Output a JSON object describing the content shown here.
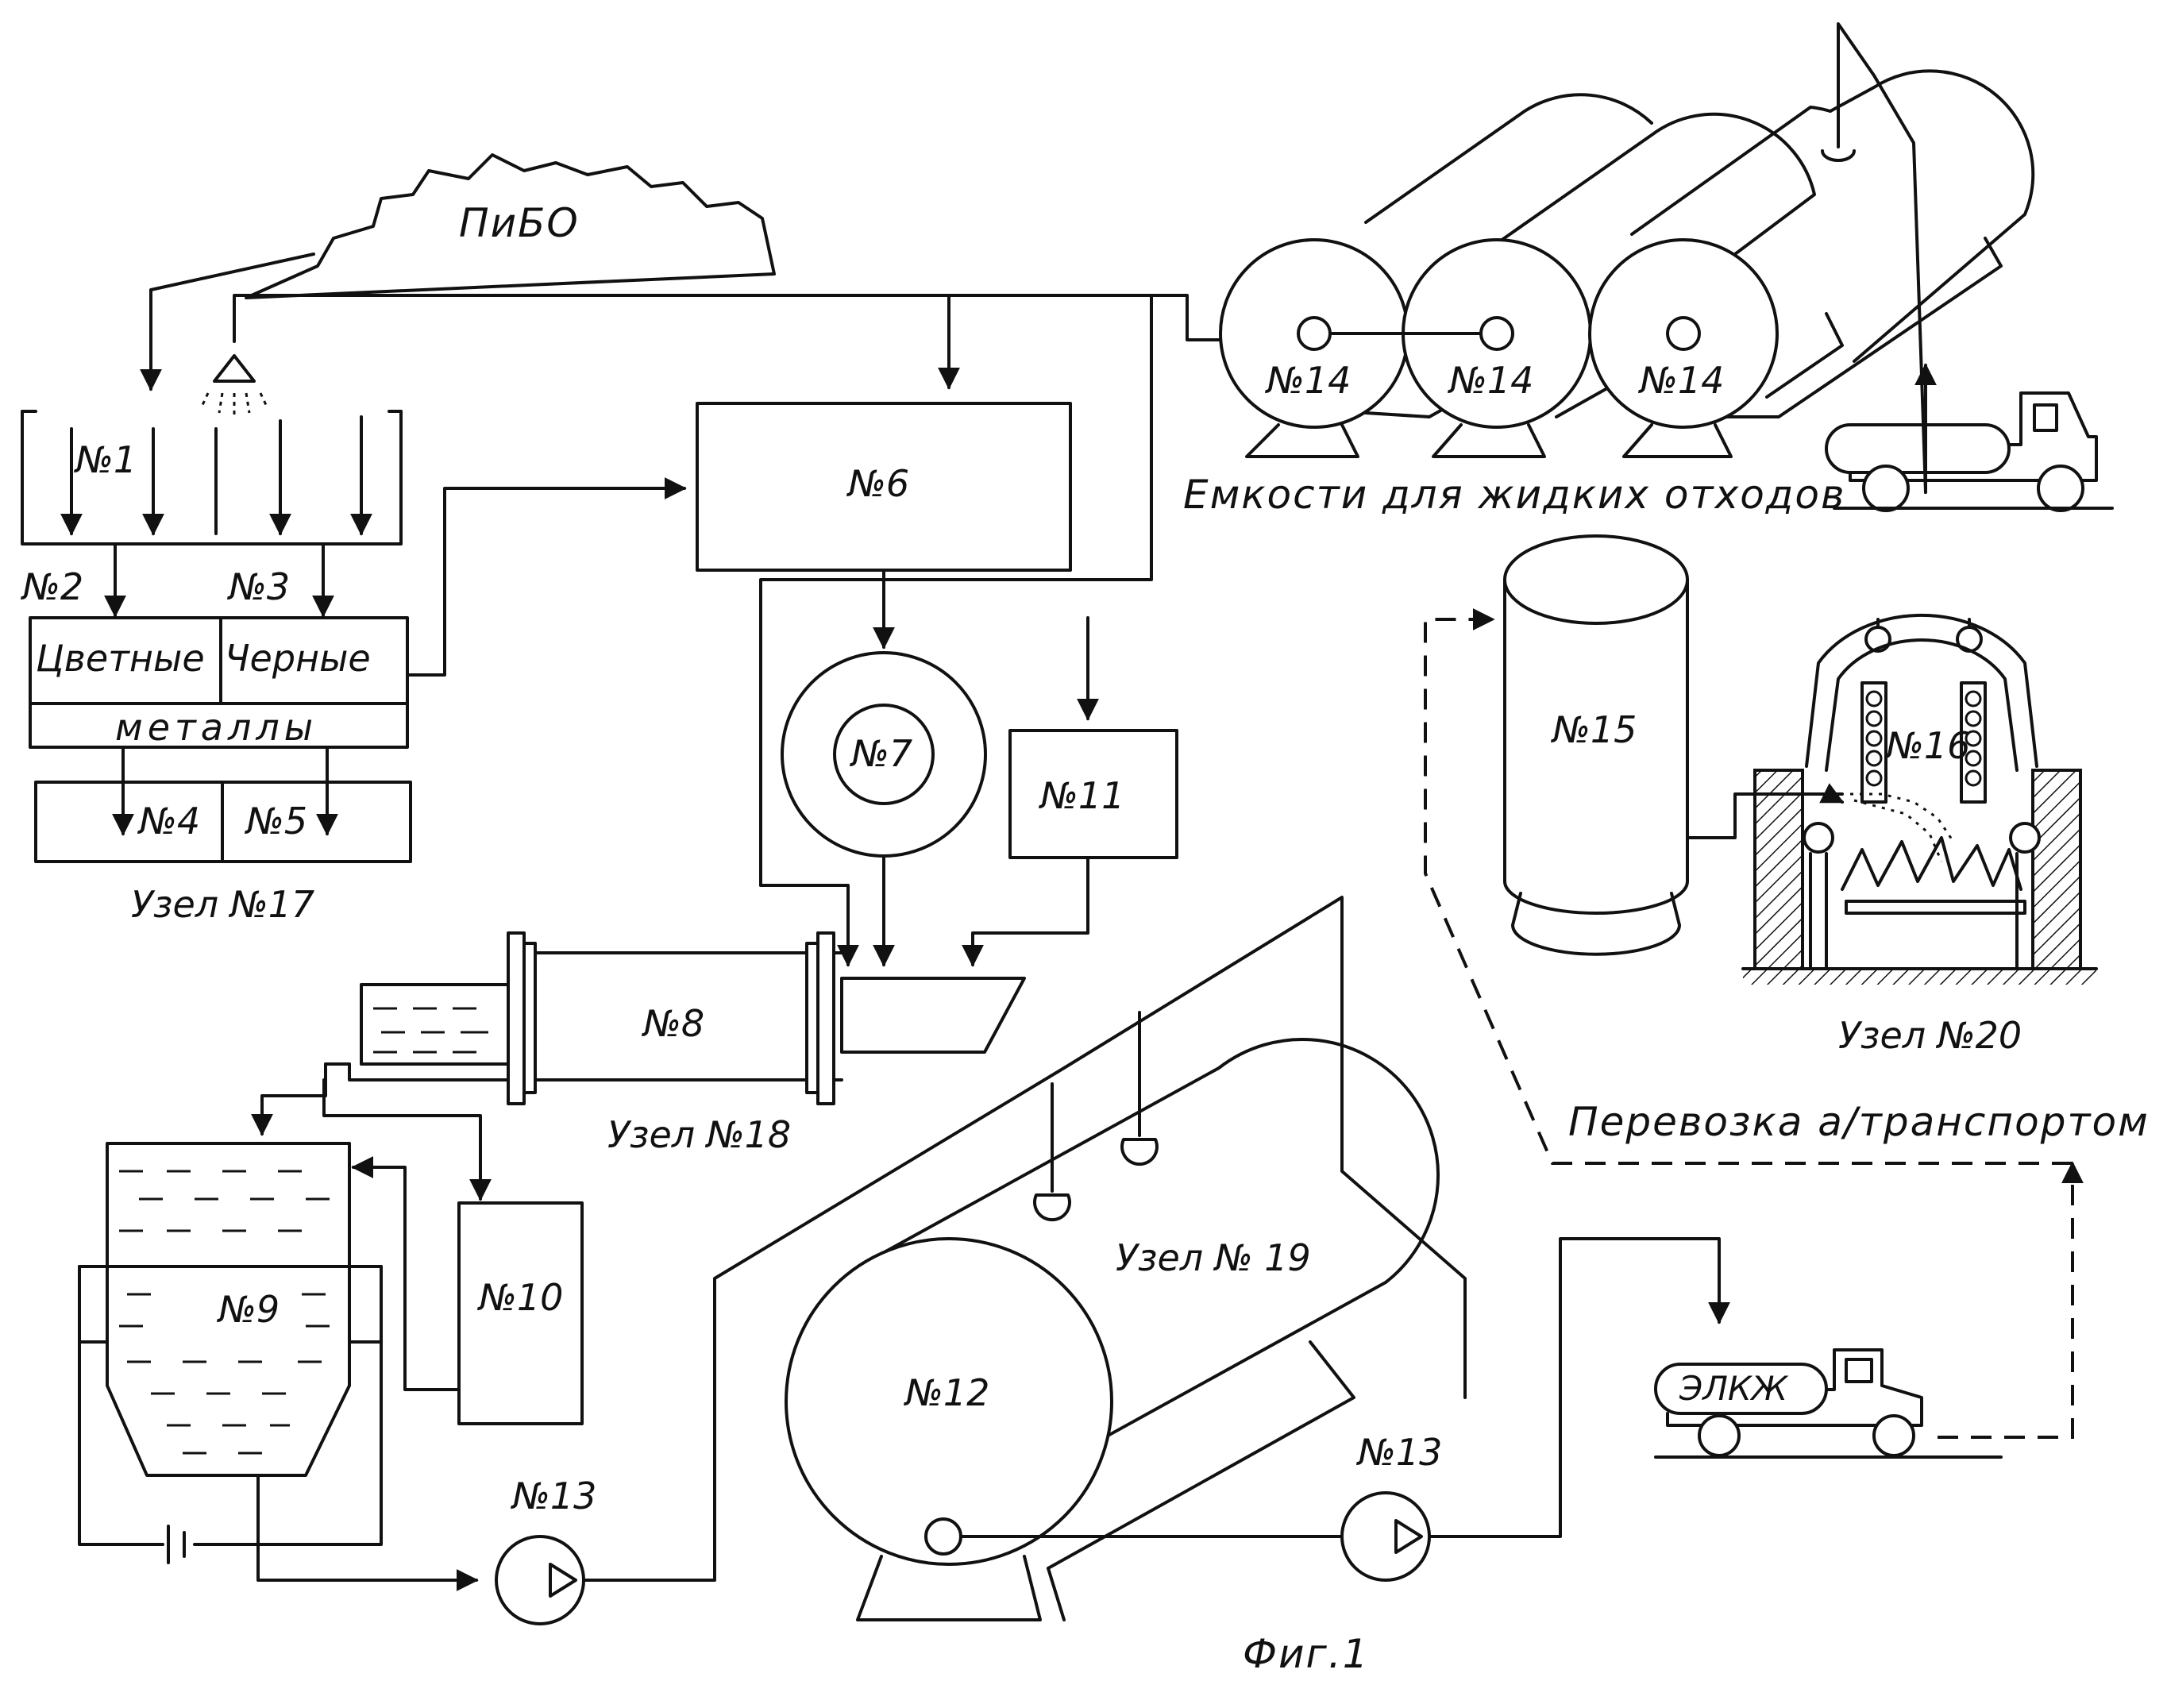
{
  "labels": {
    "pibo": "ПиБО",
    "n1": "№1",
    "n2": "№2",
    "n3": "№3",
    "n4": "№4",
    "n5": "№5",
    "n6": "№6",
    "n7": "№7",
    "n8": "№8",
    "n9": "№9",
    "n10": "№10",
    "n11": "№11",
    "n12": "№12",
    "n13": "№13",
    "n14": "№14",
    "n15": "№15",
    "n16": "№16",
    "colored": "Цветные",
    "black": "Черные",
    "metals": "металлы",
    "node17": "Узел №17",
    "node18": "Узел №18",
    "node19": "Узел № 19",
    "node20": "Узел №20",
    "liquid_tanks": "Емкости для жидких отходов",
    "transport": "Перевозка а/транспортом",
    "elkzh": "ЭЛКЖ",
    "figure": "Фиг.1"
  }
}
